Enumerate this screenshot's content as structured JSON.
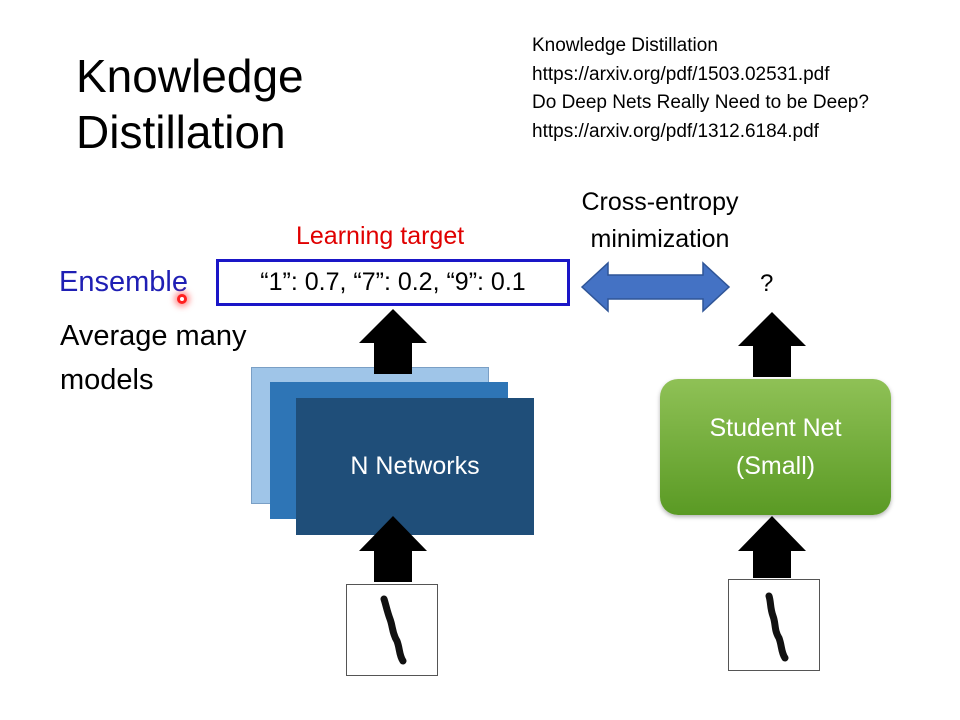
{
  "slide": {
    "title_line1": "Knowledge",
    "title_line2": "Distillation",
    "references": [
      "Knowledge Distillation",
      "https://arxiv.org/pdf/1503.02531.pdf",
      "Do Deep Nets Really Need to be Deep?",
      "https://arxiv.org/pdf/1312.6184.pdf"
    ]
  },
  "diagram": {
    "learning_target_label": "Learning target",
    "ensemble_label": "Ensemble",
    "average_line1": "Average many",
    "average_line2": "models",
    "target_text": "“1”: 0.7, “7”: 0.2, “9”: 0.1",
    "cross_entropy_line1": "Cross-entropy",
    "cross_entropy_line2": "minimization",
    "student_output": "?",
    "networks_label": "N Networks",
    "student_line1": "Student Net",
    "student_line2": "(Small)"
  },
  "colors": {
    "learning_target": "#e00000",
    "ensemble": "#1f1fb4",
    "target_border": "#1a16c7",
    "double_arrow": "#4472c4",
    "network_light": "#9fc5e8",
    "network_mid": "#2e75b6",
    "network_dark": "#1f4e79",
    "student_green": "#70ad47"
  }
}
